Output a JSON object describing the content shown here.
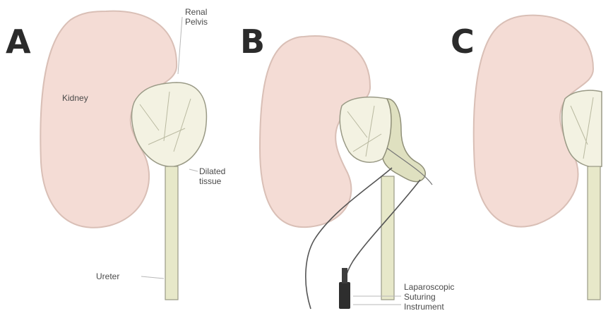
{
  "panels": {
    "a": {
      "letter": "A"
    },
    "b": {
      "letter": "B"
    },
    "c": {
      "letter": "C"
    }
  },
  "labels": {
    "renal_pelvis": "Renal\nPelvis",
    "kidney": "Kidney",
    "dilated_tissue": "Dilated\ntissue",
    "ureter": "Ureter",
    "laparoscopic_instrument": "Laparoscopic\nSuturing\nInstrument"
  },
  "colors": {
    "kidney_fill": "#f4dcd5",
    "kidney_stroke": "#d9bfb6",
    "pelvis_fill": "#f3f2e2",
    "ureter_fill": "#e7e8c9",
    "outline": "#9a9a86",
    "instrument": "#2e2e2e"
  }
}
